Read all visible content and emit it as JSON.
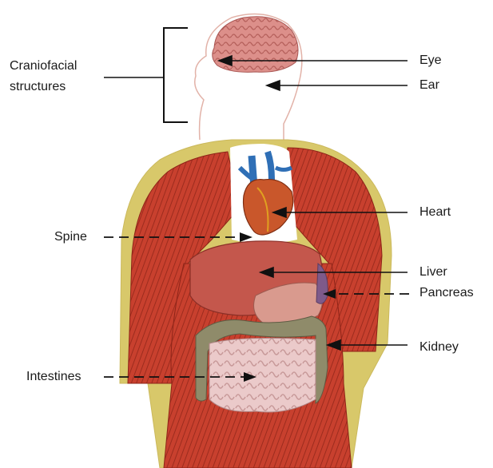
{
  "labels": {
    "craniofacial_line1": "Craniofacial",
    "craniofacial_line2": "structures",
    "eye": "Eye",
    "ear": "Ear",
    "heart": "Heart",
    "spine": "Spine",
    "liver": "Liver",
    "pancreas": "Pancreas",
    "kidney": "Kidney",
    "intestines": "Intestines"
  },
  "colors": {
    "muscle": "#c8402e",
    "muscle_dark": "#8e2418",
    "fat_outline": "#d8c86a",
    "skin_outline": "#e2b2a8",
    "brain": "#d98b86",
    "liver": "#c4574c",
    "stomach": "#d99a8e",
    "intestines": "#e6c3c3",
    "colon": "#8f8b6a",
    "heart": "#c9572b",
    "aorta": "#2f6fb6",
    "line": "#111111"
  }
}
